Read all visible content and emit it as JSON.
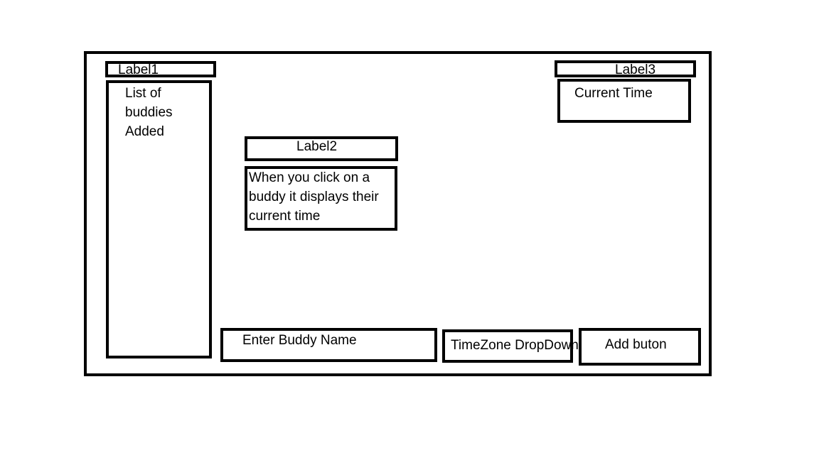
{
  "labels": {
    "label1": "Label1",
    "label2": "Label2",
    "label3": "Label3"
  },
  "buddy_list": {
    "text": "List of buddies Added"
  },
  "details": {
    "text": "When you click on a buddy it displays their current time"
  },
  "current_time": {
    "text": "Current Time"
  },
  "buddy_name_input": {
    "text": "Enter Buddy Name"
  },
  "timezone_dropdown": {
    "text": "TimeZone DropDown"
  },
  "add_button": {
    "text": "Add buton"
  },
  "colors": {
    "border": "#000000",
    "background": "#ffffff"
  }
}
